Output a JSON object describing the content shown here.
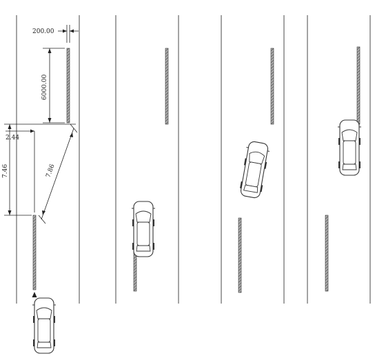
{
  "dimensions": {
    "gap_width": "200.00",
    "segment_length": "6000.00",
    "offset": "2.44",
    "vertical_gap": "7.46",
    "diagonal": "7.86"
  },
  "colors": {
    "line": "#222222",
    "barrier_fill": "#9a9a9a",
    "barrier_stroke": "#333333",
    "car_stroke": "#333333"
  },
  "icons": {
    "car": "car-icon",
    "arrow": "arrow-head-icon"
  }
}
